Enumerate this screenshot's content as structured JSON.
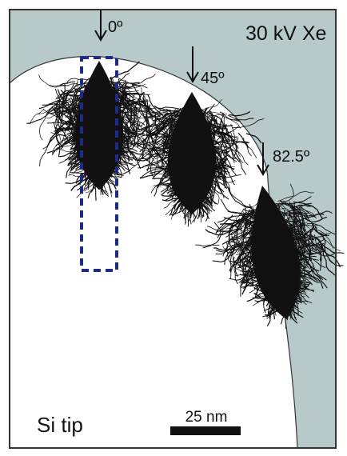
{
  "figure": {
    "beam_label": "30 kV Xe",
    "sample_label": "Si tip",
    "angles": [
      {
        "label": "0º"
      },
      {
        "label": "45º"
      },
      {
        "label": "82.5º"
      }
    ],
    "scale_bar_label": "25 nm"
  },
  "colors": {
    "vacuum": "#b7c9c9",
    "specimen": "#ffffff",
    "cascade": "#111111",
    "box": "#1f2a86",
    "frame": "#333333"
  }
}
